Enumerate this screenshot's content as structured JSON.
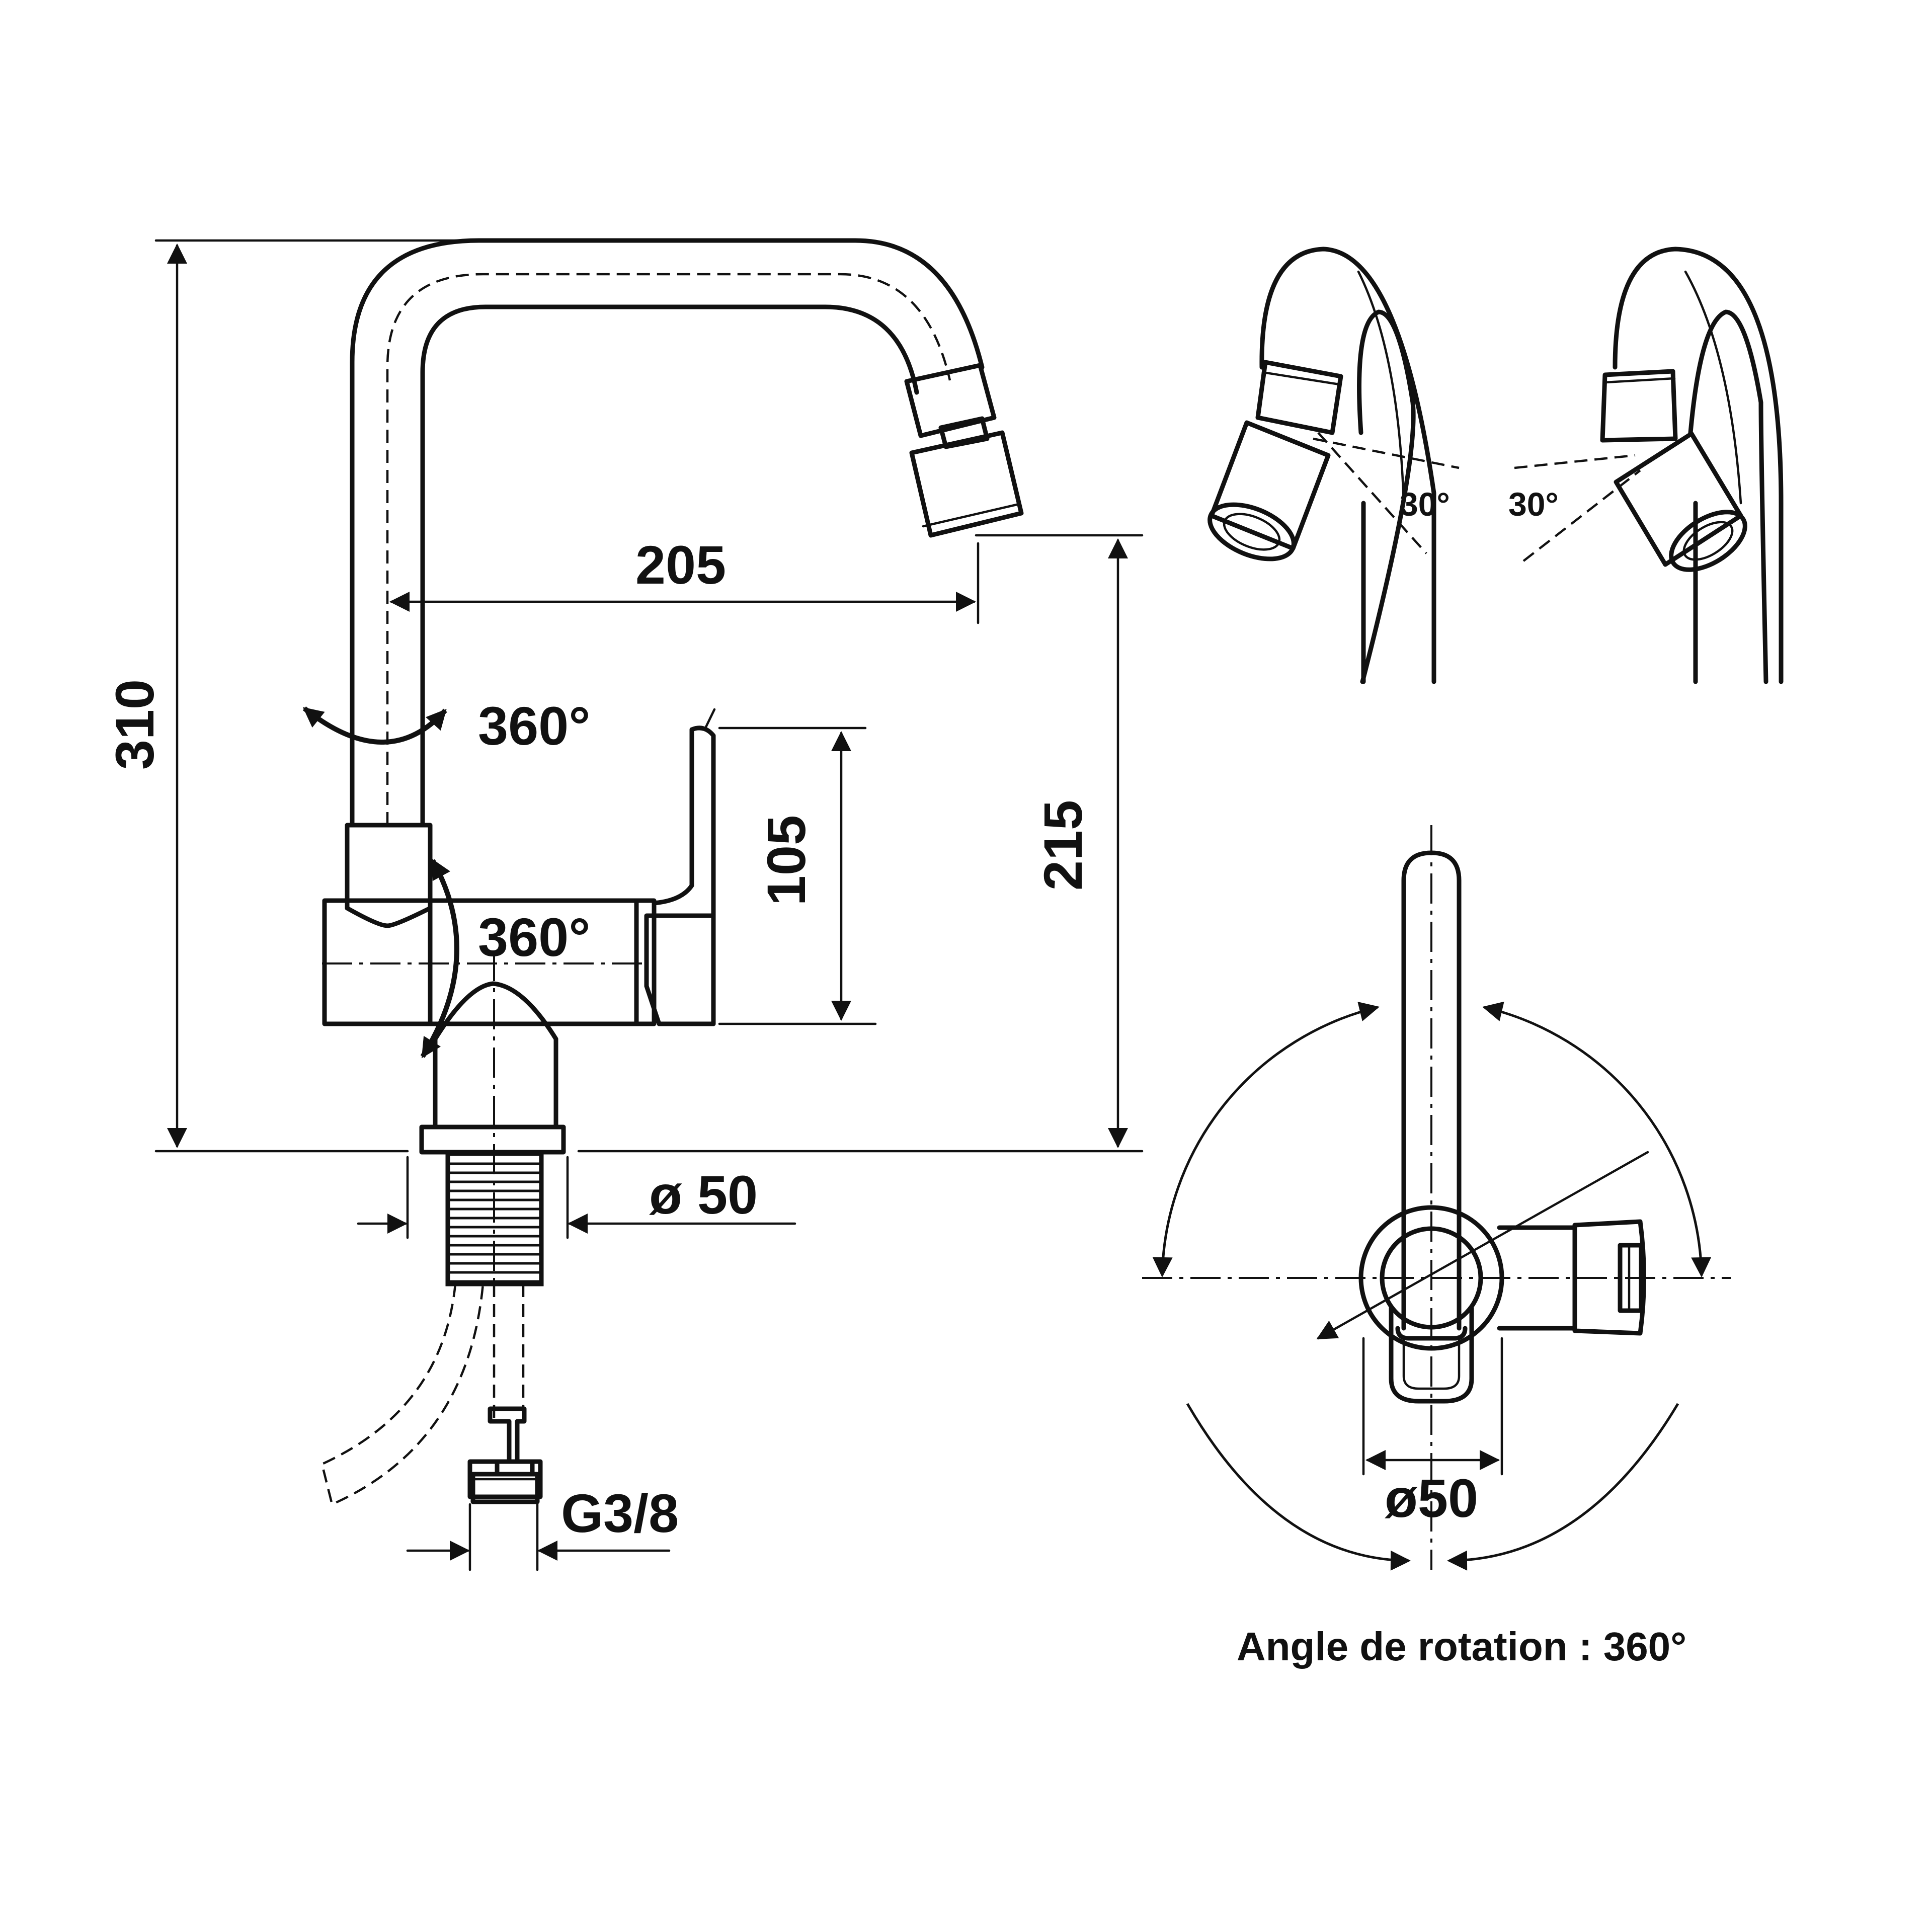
{
  "dimensions": {
    "height_total": "310",
    "reach": "205",
    "spout_height": "215",
    "handle_height": "105",
    "spout_rotation": "360°",
    "body_rotation": "360°",
    "base_diameter_side": "ø 50",
    "connector_thread": "G3/8",
    "base_diameter_top": "ø50"
  },
  "aerator_angles": {
    "left": "30°",
    "right": "30°"
  },
  "caption": "Angle de rotation : 360°"
}
